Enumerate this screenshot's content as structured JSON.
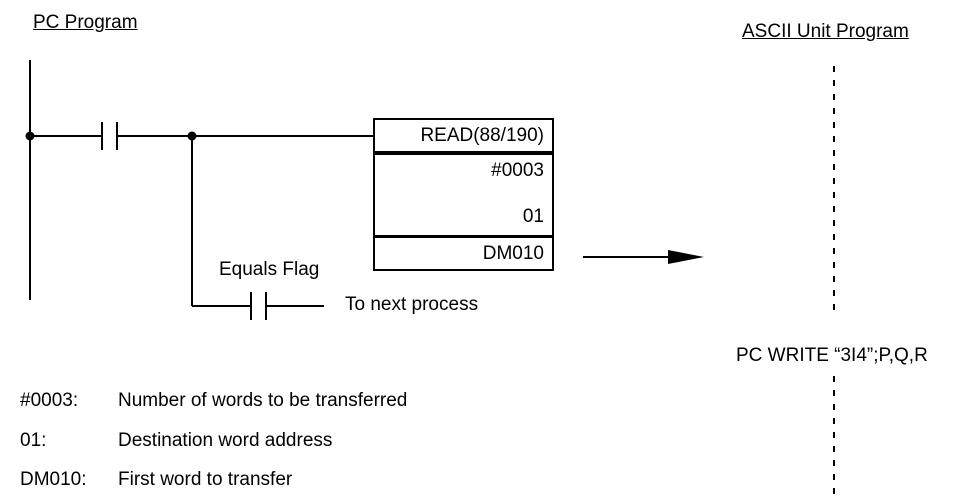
{
  "titles": {
    "pc_program": "PC Program",
    "ascii_program": "ASCII Unit Program"
  },
  "instruction": {
    "name": "READ(88/190)",
    "operands": [
      "#0003",
      "01",
      "DM010"
    ]
  },
  "labels": {
    "equals_flag": "Equals Flag",
    "to_next_process": "To next process",
    "pc_write": "PC WRITE “3I4”;P,Q,R"
  },
  "legend": [
    {
      "key": "#0003:",
      "desc": "Number of words to be transferred"
    },
    {
      "key": "01:",
      "desc": "Destination word address"
    },
    {
      "key": "DM010:",
      "desc": "First word to transfer"
    }
  ]
}
